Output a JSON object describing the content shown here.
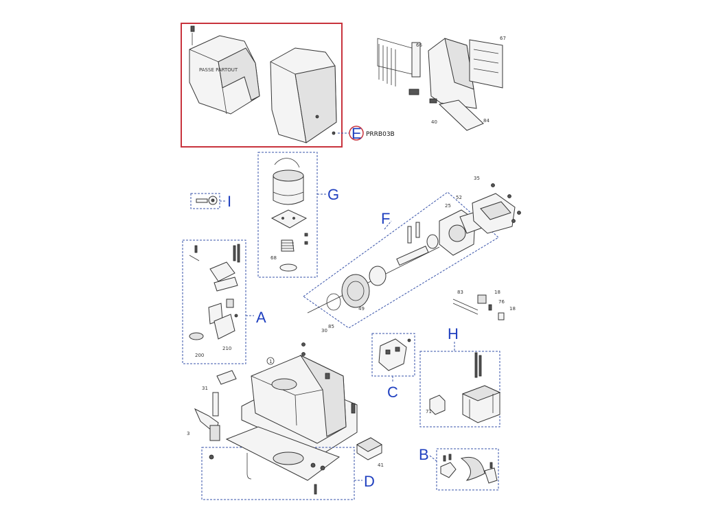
{
  "group_labels": {
    "a": "A",
    "b": "B",
    "c": "C",
    "d": "D",
    "e": "E",
    "f": "F",
    "g": "G",
    "h": "H",
    "i": "I"
  },
  "part_code": "PRRB03B",
  "part_numbers": {
    "n1": "1",
    "n3": "3",
    "n18a": "18",
    "n18b": "18",
    "n25": "25",
    "n30": "30",
    "n31": "31",
    "n35": "35",
    "n40": "40",
    "n41": "41",
    "n49": "49",
    "n52": "52",
    "n66": "66",
    "n67": "67",
    "n68": "68",
    "n71": "71",
    "n76": "76",
    "n83": "83",
    "n84": "84",
    "n85": "85",
    "n200": "200",
    "n210": "210"
  },
  "colors": {
    "highlight_border": "#c8323c",
    "group_label": "#1f3fbf",
    "dashed_outline": "#3550a8"
  }
}
